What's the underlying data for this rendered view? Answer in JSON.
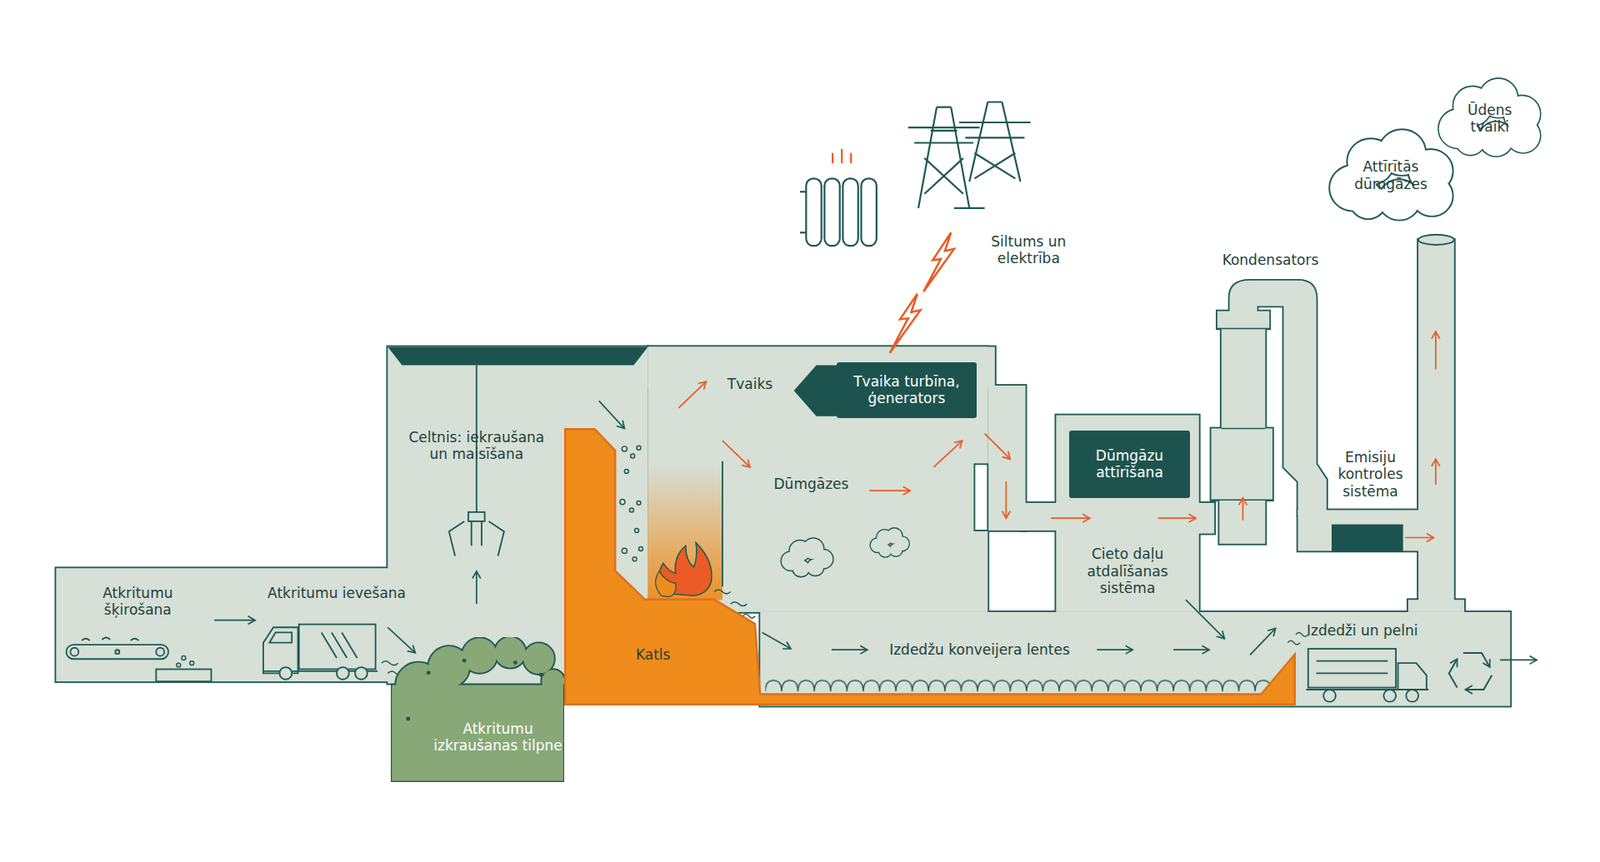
{
  "diagram": {
    "nodes": [
      {
        "text": [
          "Atkritumu izkraušanas tilpne"
        ]
      },
      {
        "text": [
          "Katls"
        ]
      },
      {
        "text": [
          "Tvaika turbīna, ģenerators"
        ]
      },
      {
        "text": [
          "Dūmgāzu attīrīšana"
        ]
      },
      {
        "text": [
          "Attīrītās dūmgāzes"
        ]
      },
      {
        "text": [
          "Ūdens tvaiki"
        ]
      }
    ],
    "labels": [
      "Atkritumu šķirošana",
      "Atkritumu ievešana",
      "Celtnis: iekraušana un maisīšana",
      "Tvaiks",
      "Dūmgāzes",
      "Siltums un elektrība",
      "Kondensators",
      "Emisiju kontroles sistēma",
      "Cieto daļu atdalīšanas sistēma",
      "Izdedžu konveijera lentes",
      "Izdedži un pelni"
    ]
  }
}
